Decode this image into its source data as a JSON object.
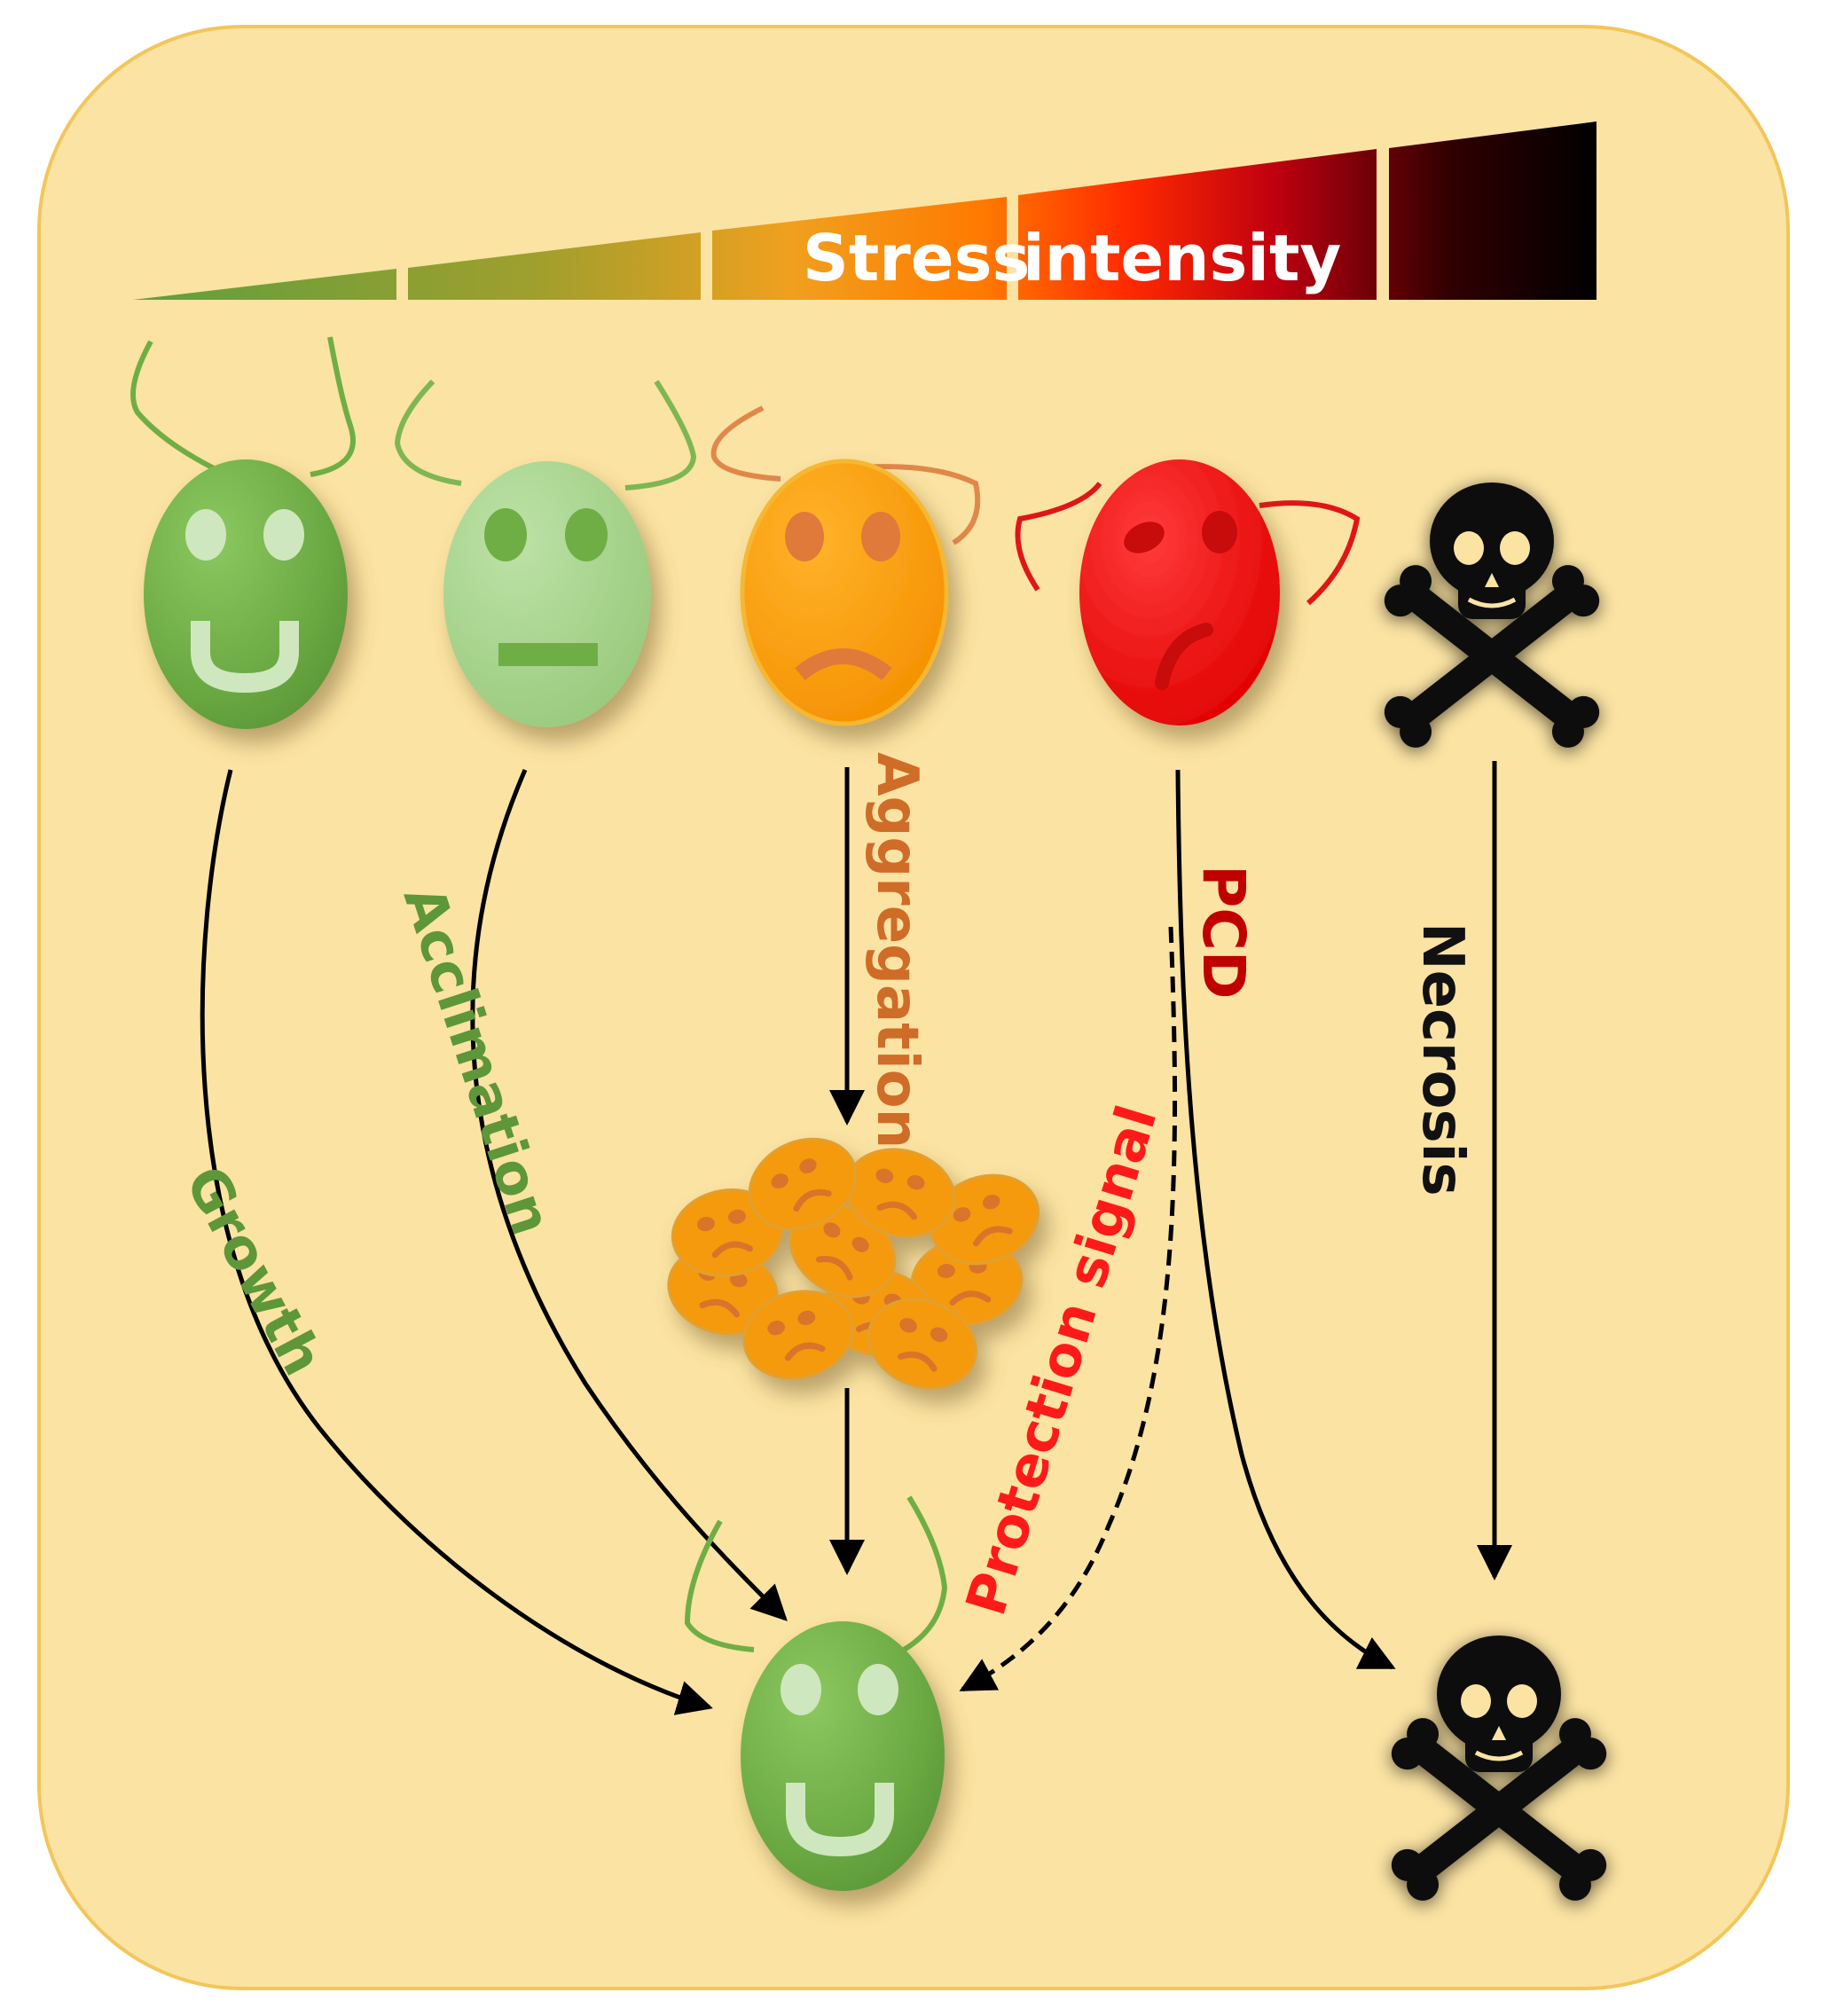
{
  "stress_bar": {
    "word1": "Stress",
    "word2": "intensity"
  },
  "pathways": {
    "growth": "Growth",
    "acclimation": "Acclimation",
    "aggregation": "Aggregation",
    "pcd": "PCD",
    "necrosis": "Necrosis",
    "protection": "Protection signal"
  },
  "colors": {
    "panel_bg": "#fbe3a3",
    "panel_border": "#f0c24e",
    "green_cell": "#6fae45",
    "light_green_cell": "#a6d28b",
    "orange_cell": "#ffa40a",
    "red_cell": "#ff1111",
    "skull": "#0d0d0d",
    "label_green": "#5e963a",
    "label_orange": "#cf6c28",
    "label_darkred": "#c00000",
    "label_red": "#ff1a1a",
    "label_black": "#111111"
  },
  "icons": [
    "smiling-cell-icon",
    "neutral-cell-icon",
    "frowning-cell-icon",
    "distressed-cell-icon",
    "skull-crossbones-icon",
    "cell-aggregate-icon"
  ]
}
